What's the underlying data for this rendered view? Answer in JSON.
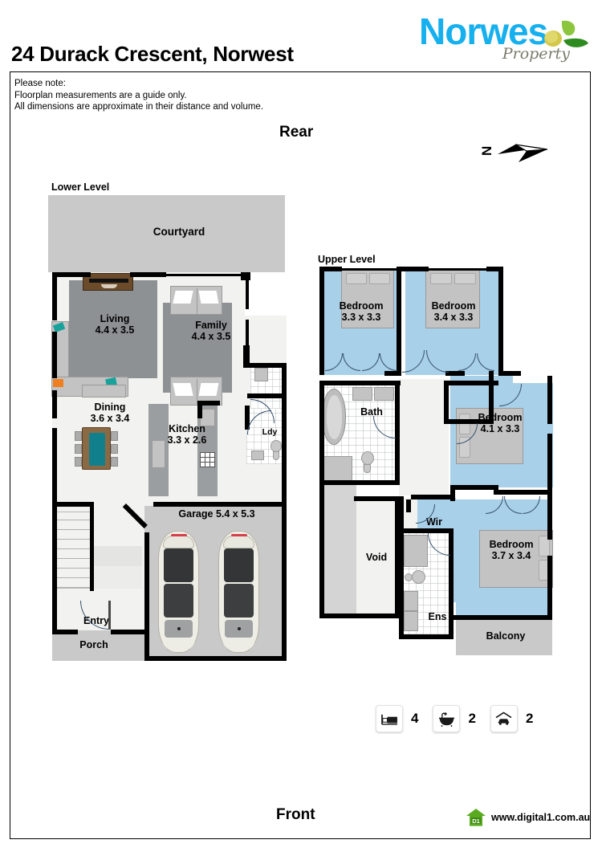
{
  "header": {
    "title": "24 Durack Crescent, Norwest",
    "logo_word": "Norwes",
    "logo_sub": "Property",
    "logo_icon": "leaf-olive-icon"
  },
  "note": {
    "line1": "Please note:",
    "line2": "Floorplan measurements are a guide only.",
    "line3": "All dimensions are approximate in their distance and volume."
  },
  "orientation": {
    "rear_label": "Rear",
    "front_label": "Front",
    "compass_letter": "N",
    "compass_icon": "north-arrow-icon"
  },
  "levels": {
    "lower_label": "Lower Level",
    "upper_label": "Upper Level"
  },
  "lower_rooms": [
    {
      "name": "Courtyard",
      "dims": ""
    },
    {
      "name": "Living",
      "dims": "4.4 x 3.5"
    },
    {
      "name": "Family",
      "dims": "4.4 x 3.5"
    },
    {
      "name": "Dining",
      "dims": "3.6 x 3.4"
    },
    {
      "name": "Kitchen",
      "dims": "3.3 x 2.6"
    },
    {
      "name": "Ldy",
      "dims": ""
    },
    {
      "name": "Garage 5.4 x 5.3",
      "dims": ""
    },
    {
      "name": "Entry",
      "dims": ""
    },
    {
      "name": "Porch",
      "dims": ""
    }
  ],
  "upper_rooms": [
    {
      "name": "Bedroom",
      "dims": "3.3 x 3.3"
    },
    {
      "name": "Bedroom",
      "dims": "3.4 x 3.3"
    },
    {
      "name": "Bedroom",
      "dims": "4.1 x 3.3"
    },
    {
      "name": "Bedroom",
      "dims": "3.7 x 3.4"
    },
    {
      "name": "Bath",
      "dims": ""
    },
    {
      "name": "Wir",
      "dims": ""
    },
    {
      "name": "Ens",
      "dims": ""
    },
    {
      "name": "Void",
      "dims": ""
    },
    {
      "name": "Balcony",
      "dims": ""
    }
  ],
  "amenities": [
    {
      "icon": "bed-icon",
      "count": "4"
    },
    {
      "icon": "bath-icon",
      "count": "2"
    },
    {
      "icon": "garage-icon",
      "count": "2"
    }
  ],
  "footer": {
    "url": "www.digital1.com.au",
    "badge": "D1",
    "icon": "house-icon"
  },
  "colors": {
    "brand_blue": "#16b0ef",
    "bedroom_fill": "#a8d0e8",
    "outdoor_gray": "#c9c9c9",
    "wall_black": "#000000",
    "green": "#5aaa20"
  }
}
